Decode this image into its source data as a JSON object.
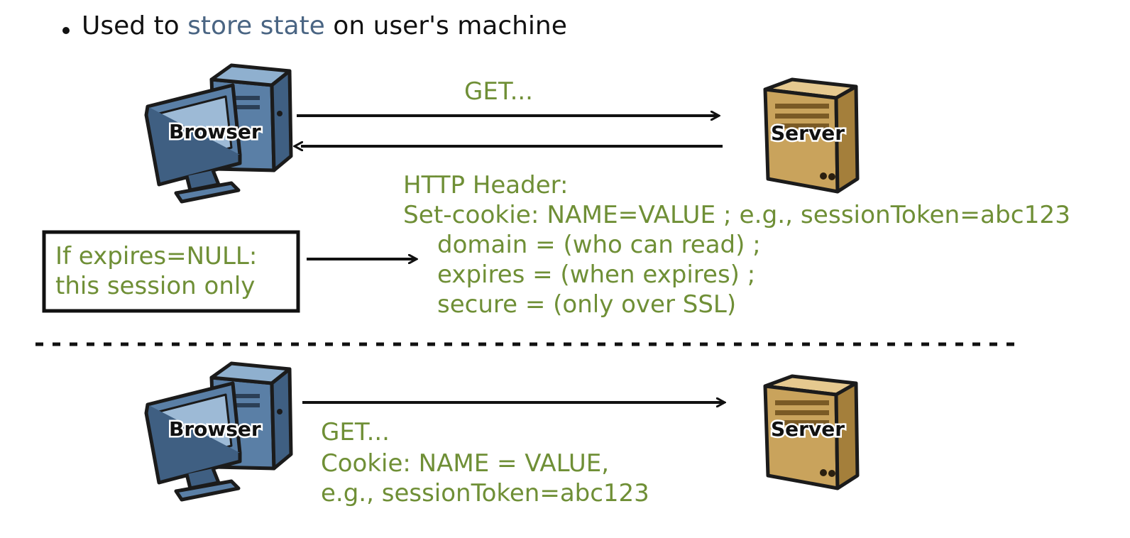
{
  "bullet": {
    "prefix": "Used to ",
    "highlight": "store state",
    "suffix": " on user's machine"
  },
  "top": {
    "browser_label": "Browser",
    "server_label": "Server",
    "request_label": "GET...",
    "response": {
      "line1": "HTTP Header:",
      "line2": "Set-cookie: NAME=VALUE ; e.g., sessionToken=abc123",
      "line3": "domain = (who can read) ;",
      "line4": "expires = (when expires) ;",
      "line5": "secure = (only over SSL)"
    }
  },
  "note": {
    "line1": "If expires=NULL:",
    "line2": "this session only"
  },
  "bottom": {
    "browser_label": "Browser",
    "server_label": "Server",
    "request": {
      "line1": "GET...",
      "line2": "Cookie:  NAME = VALUE,",
      "line3": "e.g., sessionToken=abc123"
    }
  },
  "colors": {
    "green_text": "#6f8f36",
    "accent_blue": "#4a6583",
    "browser_blue": "#5a7fa6",
    "server_tan": "#c9a35c"
  }
}
